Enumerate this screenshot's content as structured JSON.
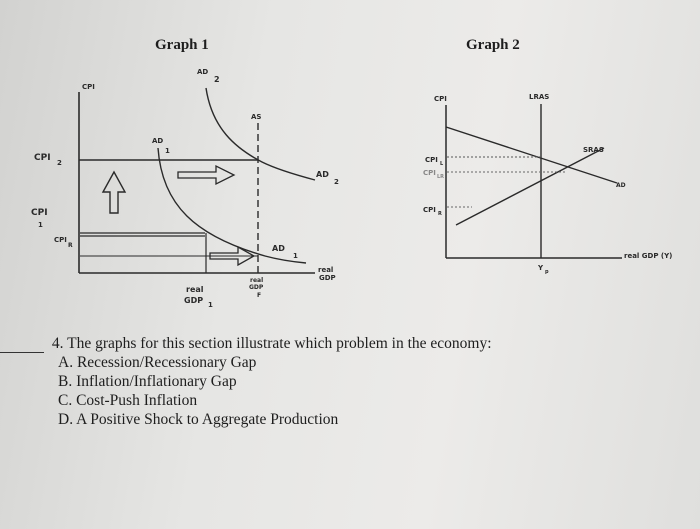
{
  "graph1": {
    "title": "Graph 1",
    "y_axis": "CPI",
    "cpi2": "CPI",
    "cpi2_sub": "2",
    "cpi1": "CPI",
    "cpi1_sub": "1",
    "cpir": "CPI",
    "cpir_sub": "R",
    "ad2_top": "AD",
    "ad2_top_num": "2",
    "ad1_left": "AD",
    "ad1_left_num": "1",
    "as": "AS",
    "ad2_right": "AD",
    "ad2_right_num": "2",
    "ad1_bottom": "AD",
    "ad1_bottom_num": "1",
    "real_gdp_1": "real",
    "real_gdp_1b": "GDP",
    "real_gdp_1_sub": "1",
    "real_gdp_f": "real",
    "real_gdp_fb": "GDP",
    "real_gdp_f_sub": "F",
    "real_gdp_axis": "real",
    "real_gdp_axis_b": "GDP"
  },
  "graph2": {
    "title": "Graph 2",
    "y_axis": "CPI",
    "lras": "LRAS",
    "sras": "SRAS",
    "ad": "AD",
    "cpi_top": "CPI",
    "cpi_top_sub": "L",
    "cpi_mid": "CPI",
    "cpi_mid_sub": "LR",
    "cpi_low": "CPI",
    "cpi_low_sub": "R",
    "x_axis": "real GDP (Y)",
    "yp": "Y",
    "yp_sub": "p"
  },
  "question": {
    "stem": "4. The graphs for this section illustrate which problem in the economy:",
    "options": [
      "A. Recession/Recessionary Gap",
      "B. Inflation/Inflationary Gap",
      "C. Cost-Push Inflation",
      "D. A Positive Shock to Aggregate Production"
    ]
  }
}
